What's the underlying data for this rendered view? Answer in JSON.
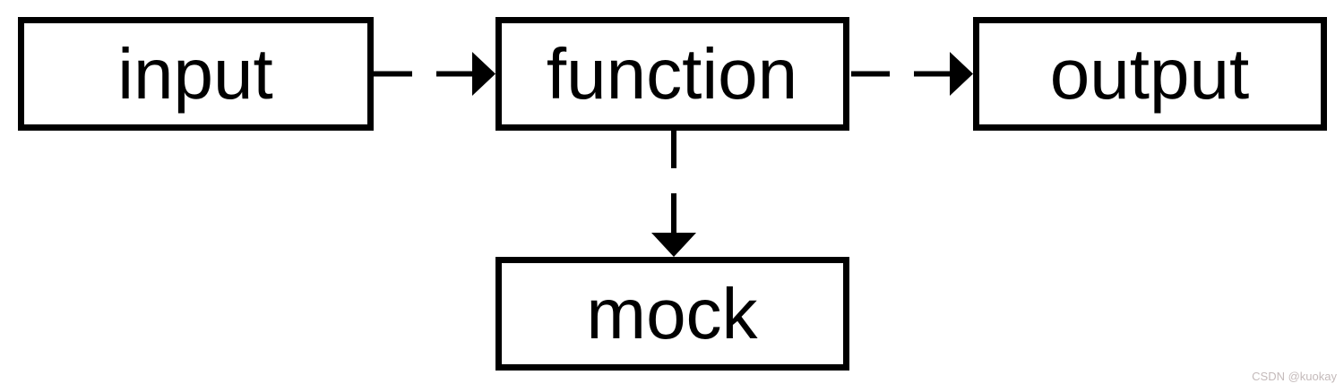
{
  "diagram": {
    "description": "Unit-test mock flow diagram: input feeds function which produces output; function is backed by a mock",
    "nodes": {
      "input": {
        "label": "input"
      },
      "function": {
        "label": "function"
      },
      "output": {
        "label": "output"
      },
      "mock": {
        "label": "mock"
      }
    },
    "edges": [
      {
        "from": "input",
        "to": "function",
        "style": "dashed",
        "arrowhead": "solid-triangle",
        "direction": "right"
      },
      {
        "from": "function",
        "to": "output",
        "style": "dashed",
        "arrowhead": "solid-triangle",
        "direction": "right"
      },
      {
        "from": "function",
        "to": "mock",
        "style": "dashed",
        "arrowhead": "solid-triangle",
        "direction": "down"
      }
    ],
    "colors": {
      "stroke": "#000000",
      "box_fill": "#ffffff",
      "background": "#ffffff",
      "watermark": "#c4baba"
    }
  },
  "watermark": {
    "label": "CSDN @kuokay"
  }
}
